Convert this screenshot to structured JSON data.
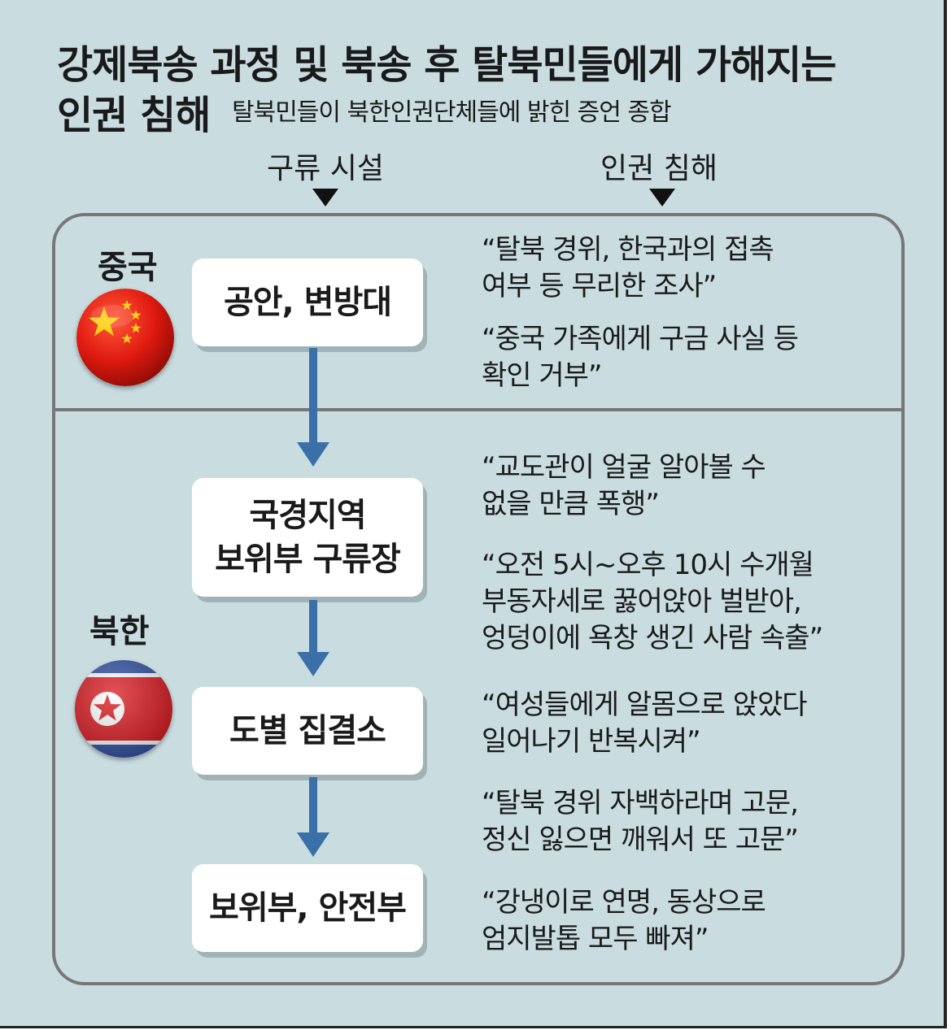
{
  "title": {
    "line1": "강제북송 과정 및 북송 후 탈북민들에게 가해지는",
    "line2": "인권 침해",
    "subtitle": "탈북민들이 북한인권단체들에 밝힌 증언 종합"
  },
  "columns": {
    "facility": "구류 시설",
    "abuse": "인권 침해"
  },
  "regions": {
    "china": "중국",
    "north_korea": "북한"
  },
  "facilities": [
    {
      "lines": [
        "공안, 변방대"
      ]
    },
    {
      "lines": [
        "국경지역",
        "보위부 구류장"
      ]
    },
    {
      "lines": [
        "도별 집결소"
      ]
    },
    {
      "lines": [
        "보위부, 안전부"
      ]
    }
  ],
  "quotes": [
    {
      "lines": [
        "“탈북 경위, 한국과의 접촉",
        "여부 등 무리한 조사”"
      ]
    },
    {
      "lines": [
        "“중국 가족에게 구금 사실 등",
        "확인 거부”"
      ]
    },
    {
      "lines": [
        "“교도관이 얼굴 알아볼 수",
        "없을 만큼 폭행”"
      ]
    },
    {
      "lines": [
        "“오전 5시~오후 10시 수개월",
        "부동자세로 꿇어앉아 벌받아,",
        "엉덩이에 욕창 생긴 사람 속출”"
      ]
    },
    {
      "lines": [
        "“여성들에게 알몸으로 앉았다",
        "일어나기 반복시켜”"
      ]
    },
    {
      "lines": [
        "“탈북 경위 자백하라며 고문,",
        "정신 잃으면 깨워서 또 고문”"
      ]
    },
    {
      "lines": [
        "“강냉이로 연명, 동상으로",
        "엄지발톱 모두 빠져”"
      ]
    }
  ],
  "colors": {
    "background": "#c9dde0",
    "frame": "#777777",
    "arrow": "#3a6fa8",
    "box": "#ffffff"
  }
}
